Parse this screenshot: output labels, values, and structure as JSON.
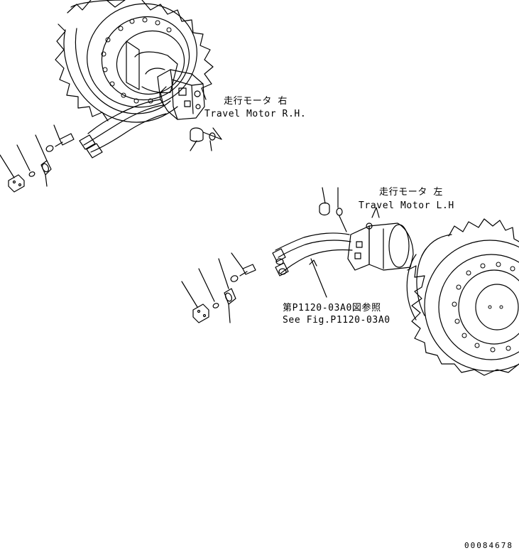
{
  "labels": {
    "right_motor_jp": "走行モータ 右",
    "right_motor_en": "Travel Motor R.H.",
    "left_motor_jp": "走行モータ 左",
    "left_motor_en": "Travel Motor L.H",
    "reference_jp": "第P1120-03A0図参照",
    "reference_en": "See Fig.P1120-03A0"
  },
  "drawing_code": "00084678"
}
